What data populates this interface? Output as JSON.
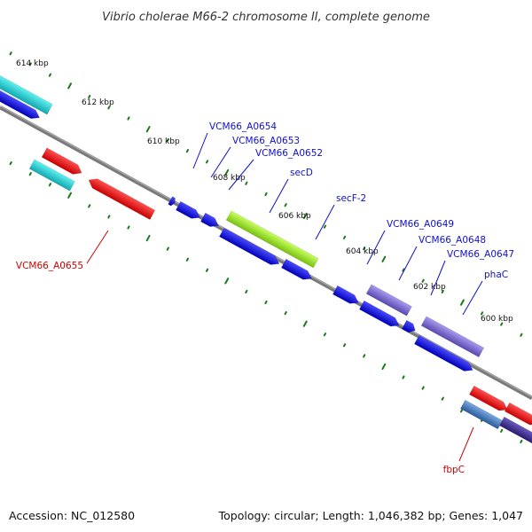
{
  "title": "Vibrio cholerae M66-2 chromosome II, complete genome",
  "footer": {
    "accession": "Accession: NC_012580",
    "summary": "Topology: circular; Length: 1,046,382 bp; Genes: 1,047"
  },
  "ticks": [
    {
      "label": "614 kbp",
      "position_bp": 614000
    },
    {
      "label": "612 kbp",
      "position_bp": 612000
    },
    {
      "label": "610 kbp",
      "position_bp": 610000
    },
    {
      "label": "608 kbp",
      "position_bp": 608000
    },
    {
      "label": "606 kbp",
      "position_bp": 606000
    },
    {
      "label": "604 kbp",
      "position_bp": 604000
    },
    {
      "label": "602 kbp",
      "position_bp": 602000
    },
    {
      "label": "600 kbp",
      "position_bp": 600000
    }
  ],
  "gene_labels": [
    {
      "text": "VCM66_A0654",
      "strand": "forward"
    },
    {
      "text": "VCM66_A0653",
      "strand": "forward"
    },
    {
      "text": "VCM66_A0652",
      "strand": "forward"
    },
    {
      "text": "secD",
      "strand": "forward"
    },
    {
      "text": "secF-2",
      "strand": "forward"
    },
    {
      "text": "VCM66_A0649",
      "strand": "forward"
    },
    {
      "text": "VCM66_A0648",
      "strand": "forward"
    },
    {
      "text": "VCM66_A0647",
      "strand": "forward"
    },
    {
      "text": "phaC",
      "strand": "forward"
    },
    {
      "text": "VCM66_A0655",
      "strand": "reverse"
    },
    {
      "text": "fbpC",
      "strand": "reverse"
    }
  ],
  "colors": {
    "forward_label": "#1010c8",
    "reverse_label": "#cc0000",
    "backbone": "#7a7a7a",
    "tick": "#1a7a1a",
    "cds_blue": "#1a1ae0",
    "cds_red": "#e81414",
    "cds_cyan": "#20c8c8",
    "cds_lime": "#9ee030",
    "cds_violet": "#7766cc",
    "cds_steel": "#4a7ab8",
    "cds_indigo": "#4a3a9a"
  }
}
